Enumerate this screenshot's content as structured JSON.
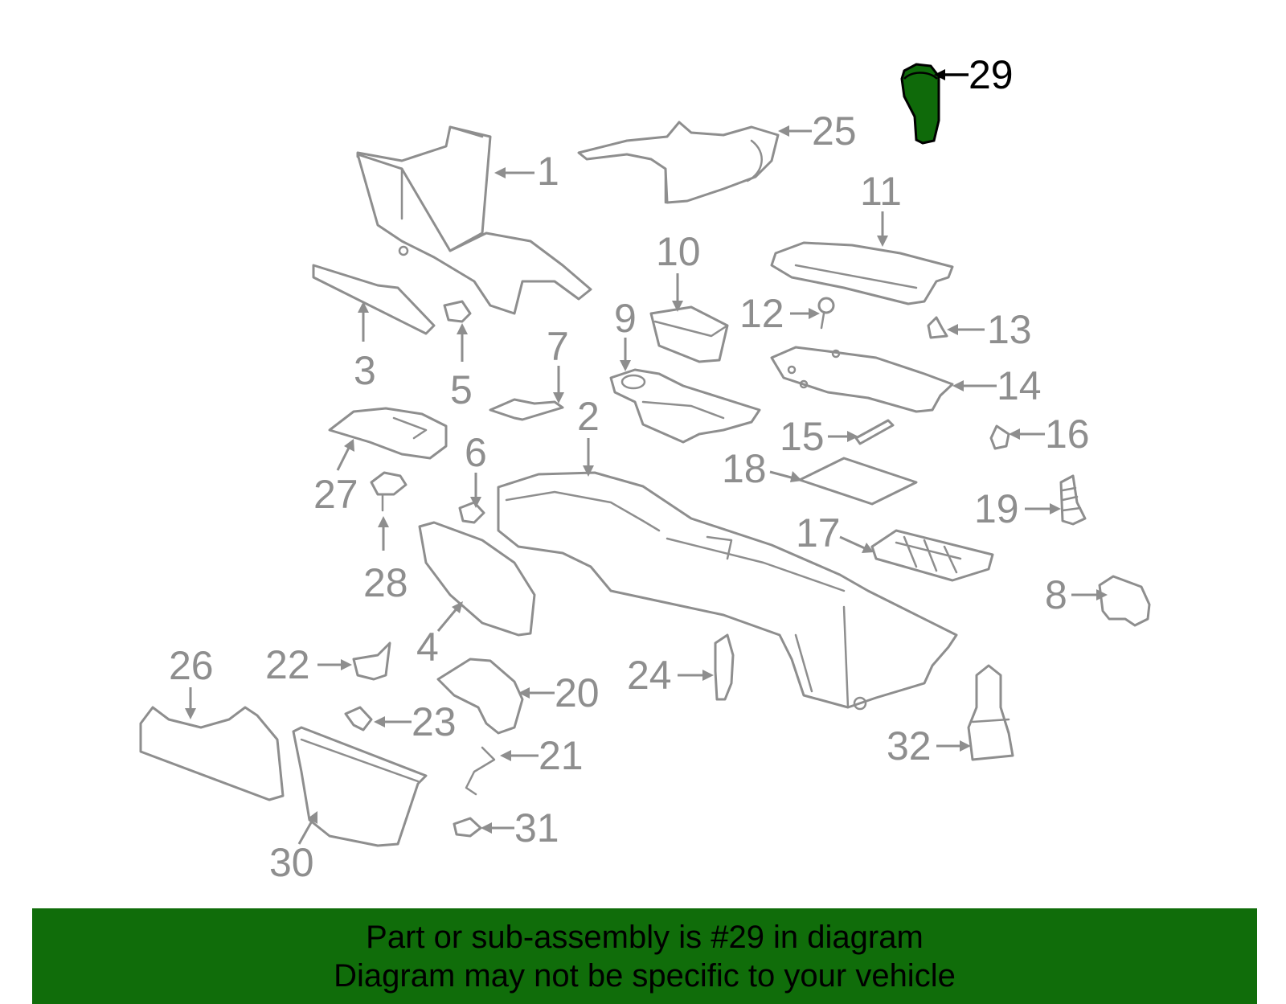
{
  "diagram": {
    "callouts": [
      "1",
      "2",
      "3",
      "4",
      "5",
      "6",
      "7",
      "8",
      "9",
      "10",
      "11",
      "12",
      "13",
      "14",
      "15",
      "16",
      "17",
      "18",
      "19",
      "20",
      "21",
      "22",
      "23",
      "24",
      "25",
      "26",
      "27",
      "28",
      "29",
      "30",
      "31",
      "32"
    ],
    "highlighted_part": "29",
    "highlight_color": "#106d0a",
    "line_color": "#8e8e8e"
  },
  "banner": {
    "line1": "Part or sub-assembly is #29 in diagram",
    "line2": "Diagram may not be specific to your vehicle",
    "background": "#106d0a"
  }
}
